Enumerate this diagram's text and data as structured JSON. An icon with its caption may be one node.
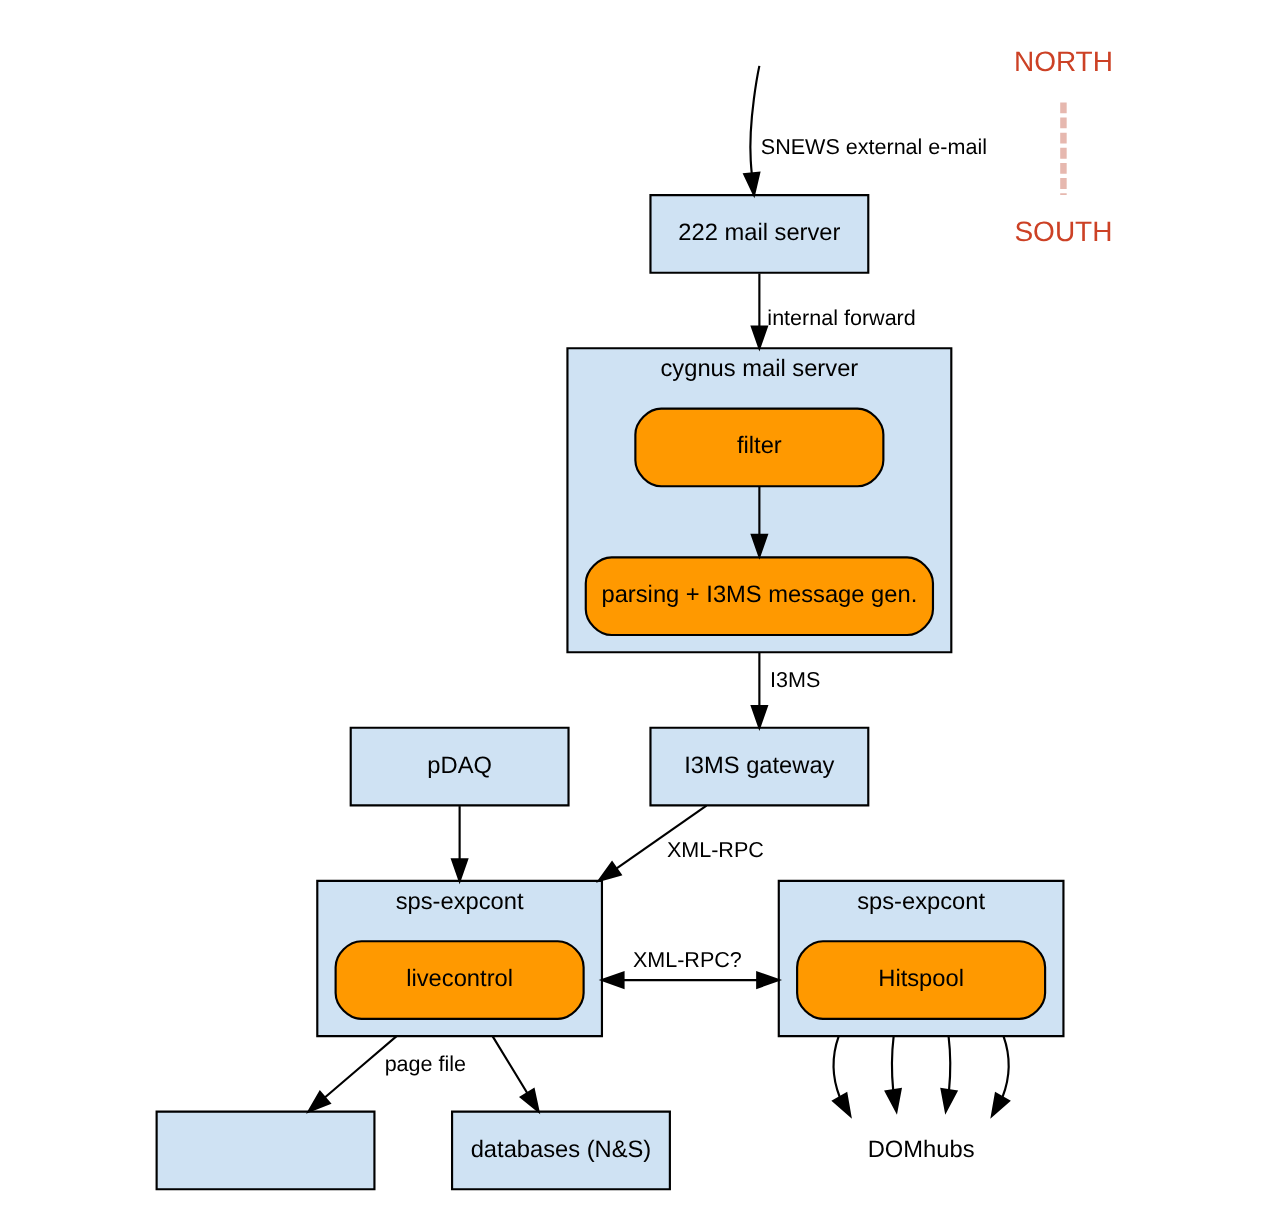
{
  "diagram": {
    "nodes": [
      {
        "text": [
          "222 mail server"
        ]
      },
      {
        "text": [
          "cygnus mail server"
        ]
      },
      {
        "text": [
          "filter"
        ],
        "in": 1
      },
      {
        "text": [
          "parsing + I3MS message gen."
        ],
        "in": 1
      },
      {
        "text": [
          "I3MS gateway"
        ]
      },
      {
        "text": [
          "sps-expcont"
        ]
      },
      {
        "text": [
          "livecontrol"
        ],
        "in": 5
      },
      {
        "text": [],
        "shape": "box"
      },
      {
        "text": [
          "sps-expcont"
        ]
      },
      {
        "text": [
          "Hitspool"
        ],
        "in": 8
      },
      {
        "text": [
          "pDAQ"
        ]
      },
      {
        "text": [
          "databases (N&S)"
        ]
      },
      {
        "text": [
          "DOMhubs"
        ]
      }
    ],
    "edges": [
      {
        "from": null,
        "to": 0,
        "arrow": "to",
        "label": "SNEWS external e-mail"
      },
      {
        "from": 0,
        "to": 1,
        "arrow": "to",
        "label": "internal forward"
      },
      {
        "from": 2,
        "to": 3,
        "arrow": "to"
      },
      {
        "from": 1,
        "to": 4,
        "arrow": "to",
        "label": "I3MS"
      },
      {
        "from": 4,
        "to": 5,
        "arrow": "to",
        "label": "XML-RPC"
      },
      {
        "from": 5,
        "to": 7,
        "arrow": "to",
        "label": "page file"
      },
      {
        "from": 10,
        "to": 5,
        "arrow": "to"
      },
      {
        "from": 5,
        "to": 11,
        "arrow": "to"
      },
      {
        "from": 5,
        "to": 8,
        "arrow": "both",
        "label": "XML-RPC?"
      },
      {
        "from": 8,
        "to": 12,
        "arrow": "to"
      },
      {
        "from": 8,
        "to": 12,
        "arrow": "to"
      },
      {
        "from": 8,
        "to": 12,
        "arrow": "to"
      },
      {
        "from": 8,
        "to": 12,
        "arrow": "to"
      }
    ],
    "labels": [
      "NORTH",
      "SOUTH"
    ]
  }
}
